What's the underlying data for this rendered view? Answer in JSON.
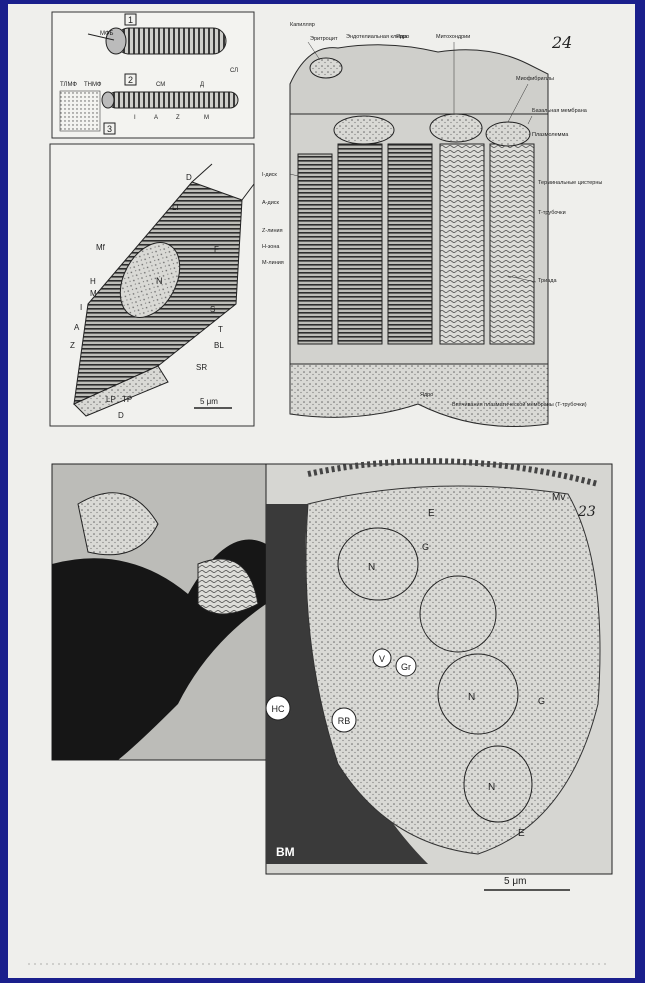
{
  "colors": {
    "frame": "#1a1f8c",
    "paper": "#efefec",
    "ink": "#2a2a2a",
    "dark_tissue": "#161616",
    "mid_tissue": "#8a8a88",
    "light_tissue": "#d6d6d2"
  },
  "page_numbers": {
    "upper": "24",
    "lower": "23"
  },
  "top_left_diagram": {
    "panel_numbers": [
      "1",
      "2",
      "3"
    ],
    "labels": {
      "myf": "МФБ",
      "sl": "СЛ",
      "tlmf": "ТЛМФ",
      "tnmf": "ТНМФ",
      "sm": "СМ",
      "d": "Д",
      "i": "I",
      "a": "A",
      "z": "Z",
      "m": "M"
    }
  },
  "cardiomyocyte_diagram": {
    "labels": {
      "d": "D",
      "li": "Li",
      "mf": "Mf",
      "n": "N",
      "f": "F",
      "h": "H",
      "m": "M",
      "i": "I",
      "s": "S",
      "a": "A",
      "t": "T",
      "z": "Z",
      "bl": "BL",
      "sr": "SR",
      "lp": "LP",
      "tp": "TP",
      "d2": "D"
    },
    "scale_bar": "5 μm"
  },
  "muscle_fiber_diagram": {
    "labels": {
      "capillary": "Капилляр",
      "erythrocyte": "Эритроцит",
      "endothelial_cell": "Эндотелиальная клетка",
      "nucleus_top": "Ядро",
      "mitochondria": "Митохондрии",
      "myofibrils": "Миофибриллы",
      "basement_membrane": "Базальная мембрана",
      "plasmalemma": "Плазмолемма",
      "i_disk": "I-диск",
      "a_disk": "A-диск",
      "z_line": "Z-линия",
      "h_zone": "H-зона",
      "m_line": "M-линия",
      "terminal_cisterns": "Терминальные цистерны",
      "t_tubules": "T-трубочки",
      "triad": "Триада",
      "nucleus_bottom": "Ядро",
      "invaginations": "Впячивания плазматической мембраны (T-трубочки)"
    }
  },
  "micrograph": {
    "labels": {
      "mv": "Mv",
      "e1": "E",
      "n1": "N",
      "g1": "G",
      "v": "V",
      "gr": "Gr",
      "hc": "HC",
      "rb": "RB",
      "n2": "N",
      "g2": "G",
      "n3": "N",
      "e2": "E",
      "bm": "BM"
    },
    "scale_bar": "5 μm"
  }
}
